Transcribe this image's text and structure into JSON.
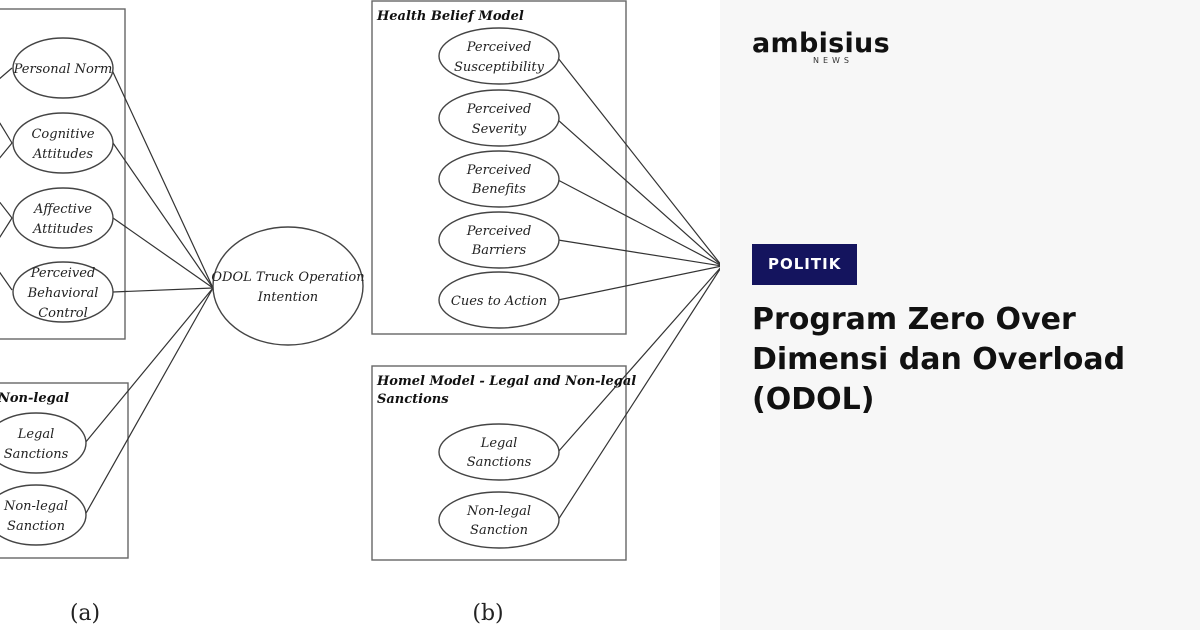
{
  "figure": {
    "panel_a": {
      "nodes": [
        "Personal Norm",
        "Cognitive",
        "Attitudes",
        "Affective",
        "Attitudes",
        "Perceived",
        "Behavioral",
        "Control"
      ],
      "outcome": [
        "ODOL Truck Operation",
        "Intention"
      ],
      "sanctions_title": "Non-legal",
      "sanctions": [
        "Legal",
        "Sanctions",
        "Non-legal",
        "Sanction"
      ],
      "caption": "(a)"
    },
    "panel_b": {
      "hbm_title": "Health Belief Model",
      "hbm": [
        "Perceived",
        "Susceptibility",
        "Perceived",
        "Severity",
        "Perceived",
        "Benefits",
        "Perceived",
        "Barriers",
        "Cues to Action"
      ],
      "homel_title_1": "Homel Model - Legal and Non-legal",
      "homel_title_2": "Sanctions",
      "homel": [
        "Legal",
        "Sanctions",
        "Non-legal",
        "Sanction"
      ],
      "caption": "(b)"
    }
  },
  "brand": {
    "name": "ambisius",
    "sub": "NEWS"
  },
  "article": {
    "category": "POLITIK",
    "title": "Program Zero Over Dimensi dan Overload (ODOL)"
  },
  "colors": {
    "badge_bg": "#14145e",
    "panel_bg": "#f7f7f7"
  }
}
